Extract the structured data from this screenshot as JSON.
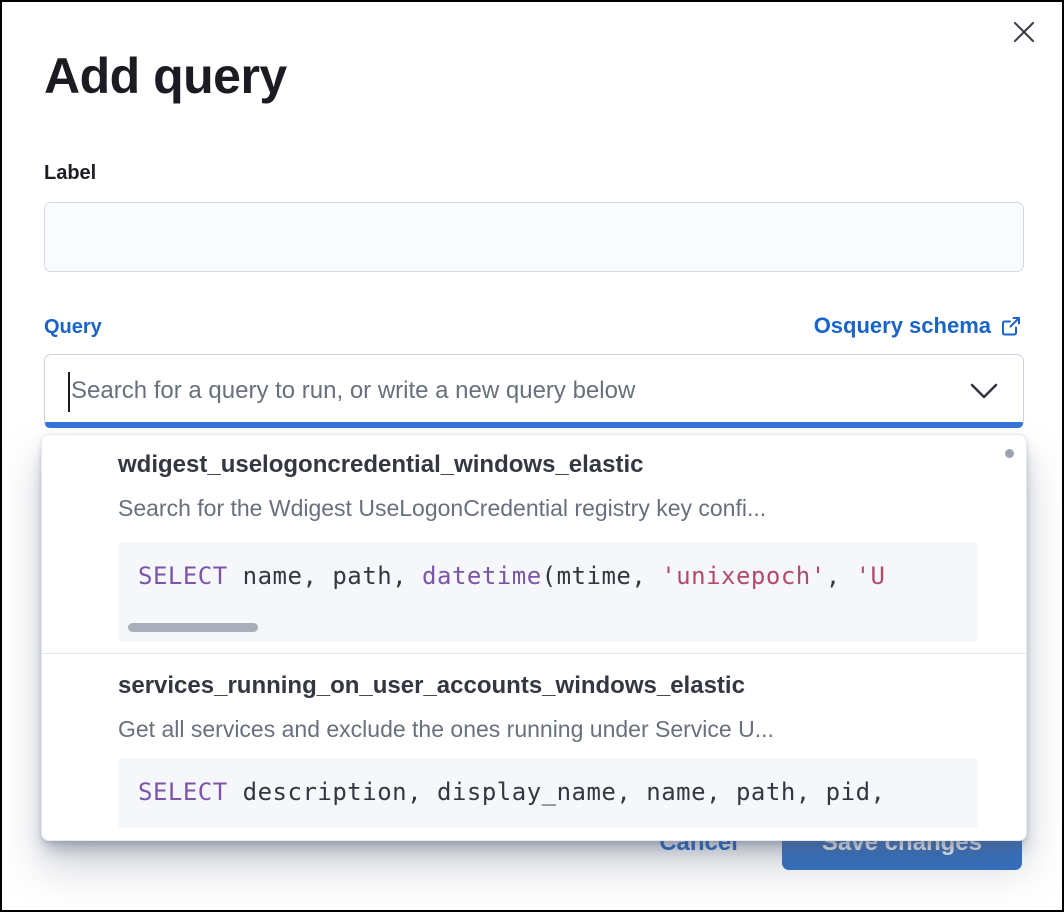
{
  "modal": {
    "title": "Add query",
    "label_field": {
      "label": "Label",
      "value": ""
    },
    "query_field": {
      "label": "Query",
      "schema_link_label": "Osquery schema",
      "placeholder": "Search for a query to run, or write a new query below"
    },
    "footer": {
      "cancel_label": "Cancel",
      "save_label": "Save changes"
    }
  },
  "dropdown": {
    "has_vertical_scrollbar": true,
    "options": [
      {
        "title": "wdigest_uselogoncredential_windows_elastic",
        "description": "Search for the Wdigest UseLogonCredential registry key confi...",
        "code_tokens": [
          {
            "t": "k",
            "v": "SELECT"
          },
          {
            "t": "d",
            "v": " name, path, "
          },
          {
            "t": "k",
            "v": "datetime"
          },
          {
            "t": "d",
            "v": "(mtime, "
          },
          {
            "t": "s",
            "v": "'unixepoch'"
          },
          {
            "t": "d",
            "v": ", "
          },
          {
            "t": "s",
            "v": "'U"
          }
        ],
        "h_scrollbar": true
      },
      {
        "title": "services_running_on_user_accounts_windows_elastic",
        "description": "Get all services and exclude the ones running under Service U...",
        "code_tokens": [
          {
            "t": "k",
            "v": "SELECT"
          },
          {
            "t": "d",
            "v": " description, display_name, name, path, pid,"
          }
        ],
        "h_scrollbar": false
      }
    ]
  },
  "icons": {
    "close": "close-icon",
    "external_link": "external-link-icon",
    "chevron": "chevron-down-icon"
  },
  "colors": {
    "accent_link": "#1a64c8",
    "button_fill": "#3370c2",
    "focus_bar": "#3575d8",
    "code_keyword": "#7c55a8",
    "code_string": "#b34a68",
    "code_text": "#343741",
    "placeholder": "#69707d",
    "title_text": "#1a1c21",
    "description_text": "#69707d",
    "panel_divider": "#e3e8f0",
    "code_bg": "#f5f7fa"
  }
}
